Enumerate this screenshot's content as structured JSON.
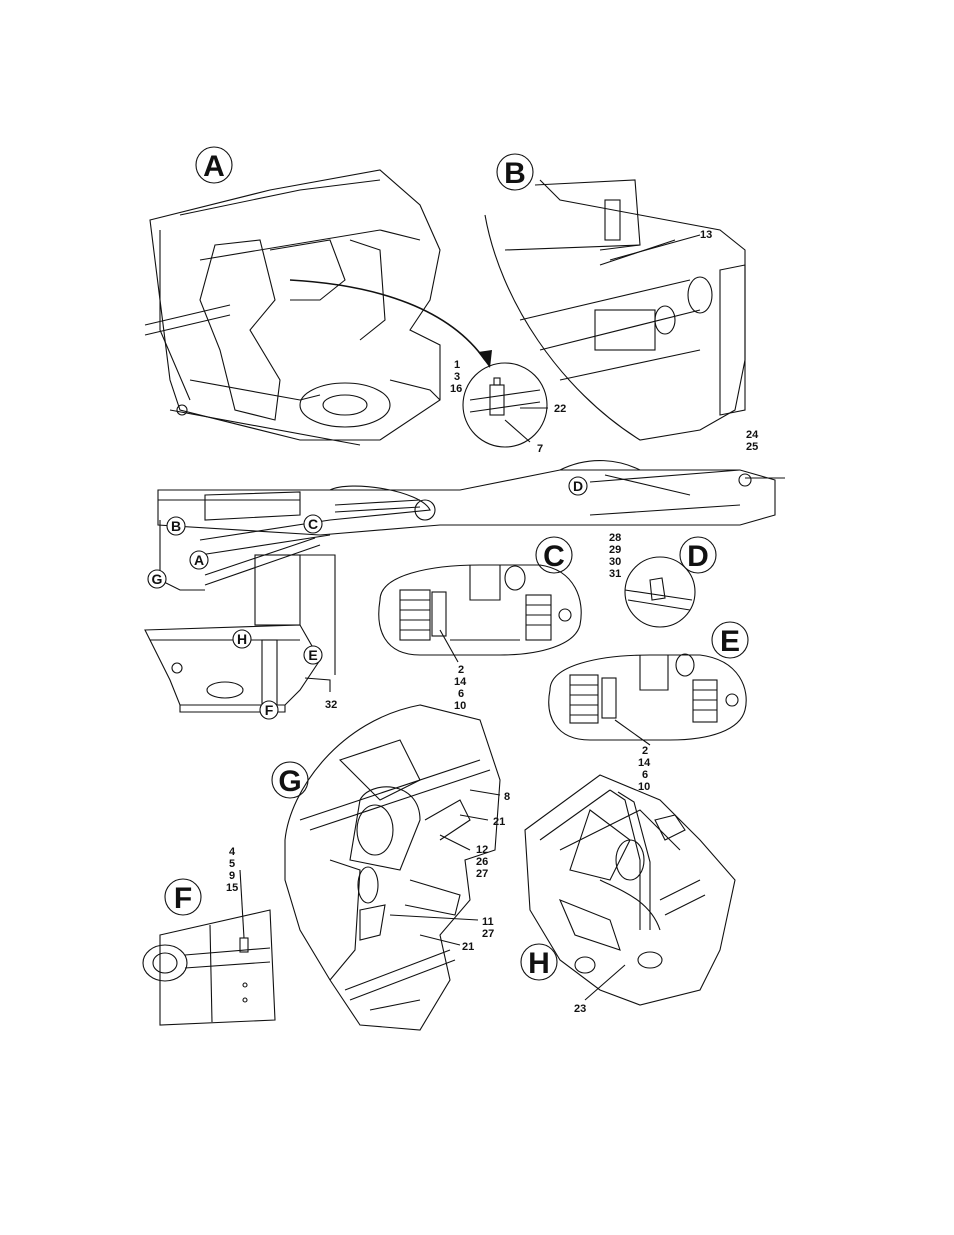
{
  "sections": {
    "A": "A",
    "B": "B",
    "C": "C",
    "D": "D",
    "E": "E",
    "F": "F",
    "G": "G",
    "H": "H"
  },
  "overview_markers": {
    "A": "A",
    "B": "B",
    "C": "C",
    "D": "D",
    "E": "E",
    "F": "F",
    "G": "G",
    "H": "H"
  },
  "callouts": {
    "a_stack": [
      "1",
      "3",
      "16"
    ],
    "a_22": "22",
    "a_7": "7",
    "b_13": "13",
    "top_right": [
      "24",
      "25"
    ],
    "d_stack": [
      "28",
      "29",
      "30",
      "31"
    ],
    "c_stack": [
      "2",
      "14",
      "6",
      "10"
    ],
    "overview_32": "32",
    "e_stack": [
      "2",
      "14",
      "6",
      "10"
    ],
    "g_8": "8",
    "g_21a": "21",
    "g_stack_a": [
      "12",
      "26",
      "27"
    ],
    "g_stack_b": [
      "11",
      "27"
    ],
    "g_21b": "21",
    "f_stack": [
      "4",
      "5",
      "9",
      "15"
    ],
    "h_23": "23"
  }
}
